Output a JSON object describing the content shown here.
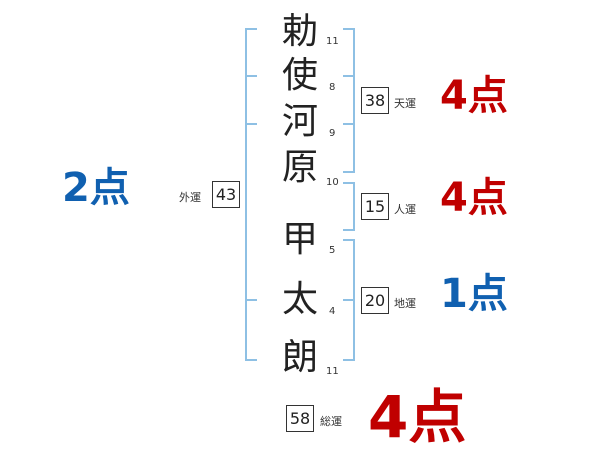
{
  "name": {
    "chars": [
      "勅",
      "使",
      "河",
      "原",
      "甲",
      "太",
      "朗"
    ],
    "strokes": [
      "11",
      "8",
      "9",
      "10",
      "5",
      "4",
      "11"
    ]
  },
  "fortunes": {
    "ten": {
      "label": "天運",
      "value": "38",
      "score": "4点",
      "color": "#c00000"
    },
    "jin": {
      "label": "人運",
      "value": "15",
      "score": "4点",
      "color": "#c00000"
    },
    "chi": {
      "label": "地運",
      "value": "20",
      "score": "1点",
      "color": "#1060b0"
    },
    "gai": {
      "label": "外運",
      "value": "43",
      "score": "2点",
      "color": "#1060b0"
    },
    "sou": {
      "label": "総運",
      "value": "58",
      "score": "4点",
      "color": "#c00000"
    }
  },
  "colors": {
    "bracket": "#8ec0e4",
    "good": "#c00000",
    "bad": "#1060b0"
  }
}
